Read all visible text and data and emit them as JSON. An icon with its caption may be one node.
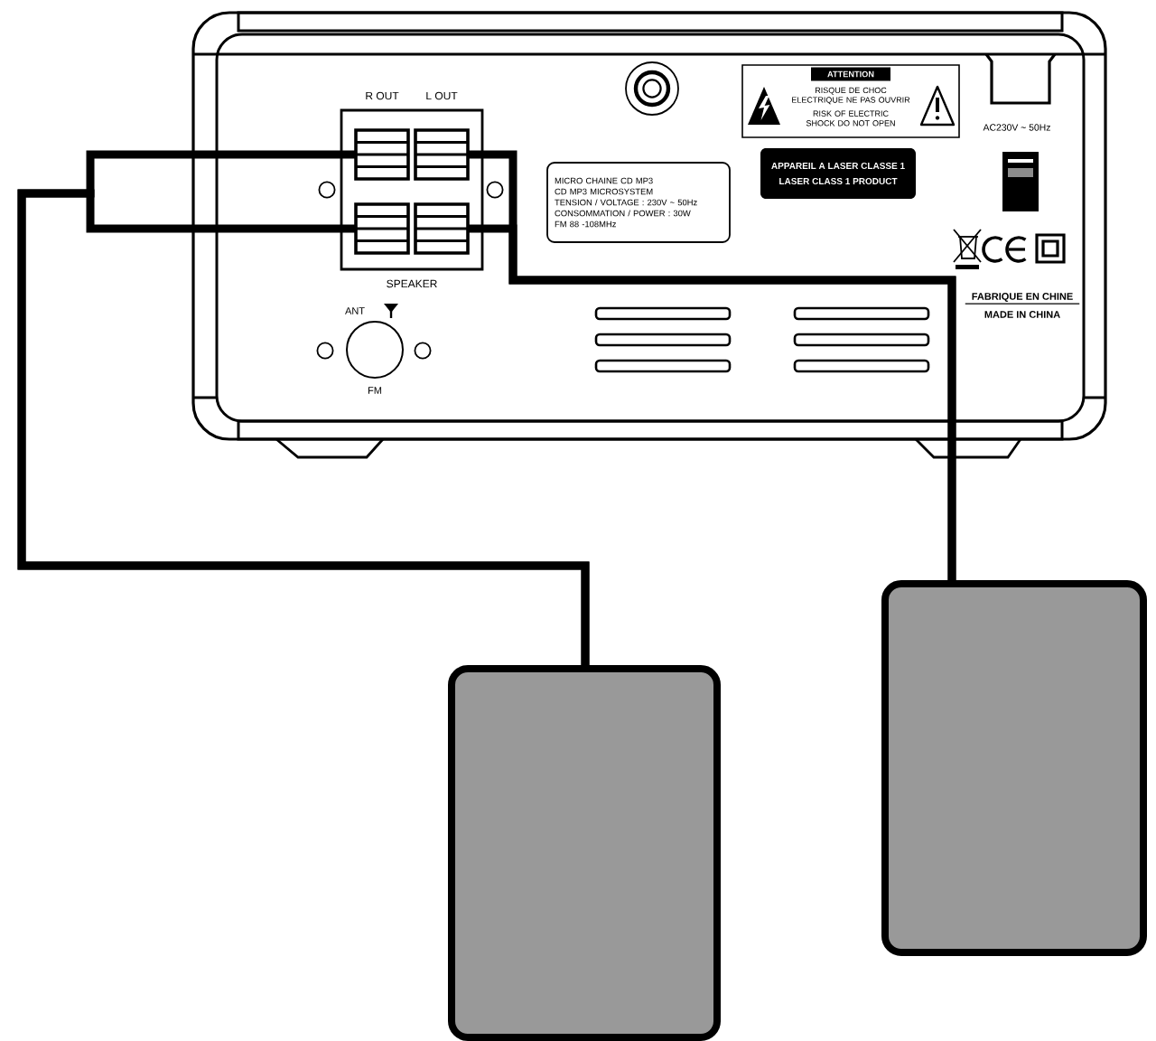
{
  "diagram": {
    "nodes": [
      {
        "text": [],
        "shape": "box"
      },
      {
        "text": [
          "R OUT",
          "L OUT",
          "SPEAKER"
        ],
        "in": 0
      },
      {
        "text": [],
        "shape": "box",
        "in": 1
      },
      {
        "text": [],
        "shape": "box",
        "in": 1
      },
      {
        "text": [],
        "shape": "box",
        "in": 1
      },
      {
        "text": [],
        "shape": "box",
        "in": 1
      },
      {
        "text": [
          "ANT",
          "FM"
        ],
        "in": 0
      },
      {
        "text": [
          "MICRO CHAINE CD MP3",
          "CD MP3 MICROSYSTEM",
          "TENSION / VOLTAGE : 230V ~ 50Hz",
          "CONSOMMATION / POWER : 30W",
          "FM 88 -108MHz"
        ],
        "in": 0
      },
      {
        "text": [
          "ATTENTION",
          "RISQUE DE CHOC ELECTRIQUE NE PAS OUVRIR",
          "RISK OF ELECTRIC SHOCK DO NOT OPEN"
        ],
        "in": 0
      },
      {
        "text": [
          "APPAREIL A LASER CLASSE 1",
          "LASER CLASS 1 PRODUCT"
        ],
        "in": 0
      },
      {
        "text": [],
        "shape": "box"
      },
      {
        "text": [],
        "shape": "box"
      }
    ],
    "edges": [
      {
        "from": 2,
        "to": 10,
        "arrow": "none"
      },
      {
        "from": 4,
        "to": 10,
        "arrow": "none"
      },
      {
        "from": 3,
        "to": 11,
        "arrow": "none"
      },
      {
        "from": 5,
        "to": 11,
        "arrow": "none"
      }
    ],
    "labels": [
      "AC230V ~ 50Hz",
      "FABRIQUE EN CHINE",
      "MADE IN CHINA"
    ]
  }
}
